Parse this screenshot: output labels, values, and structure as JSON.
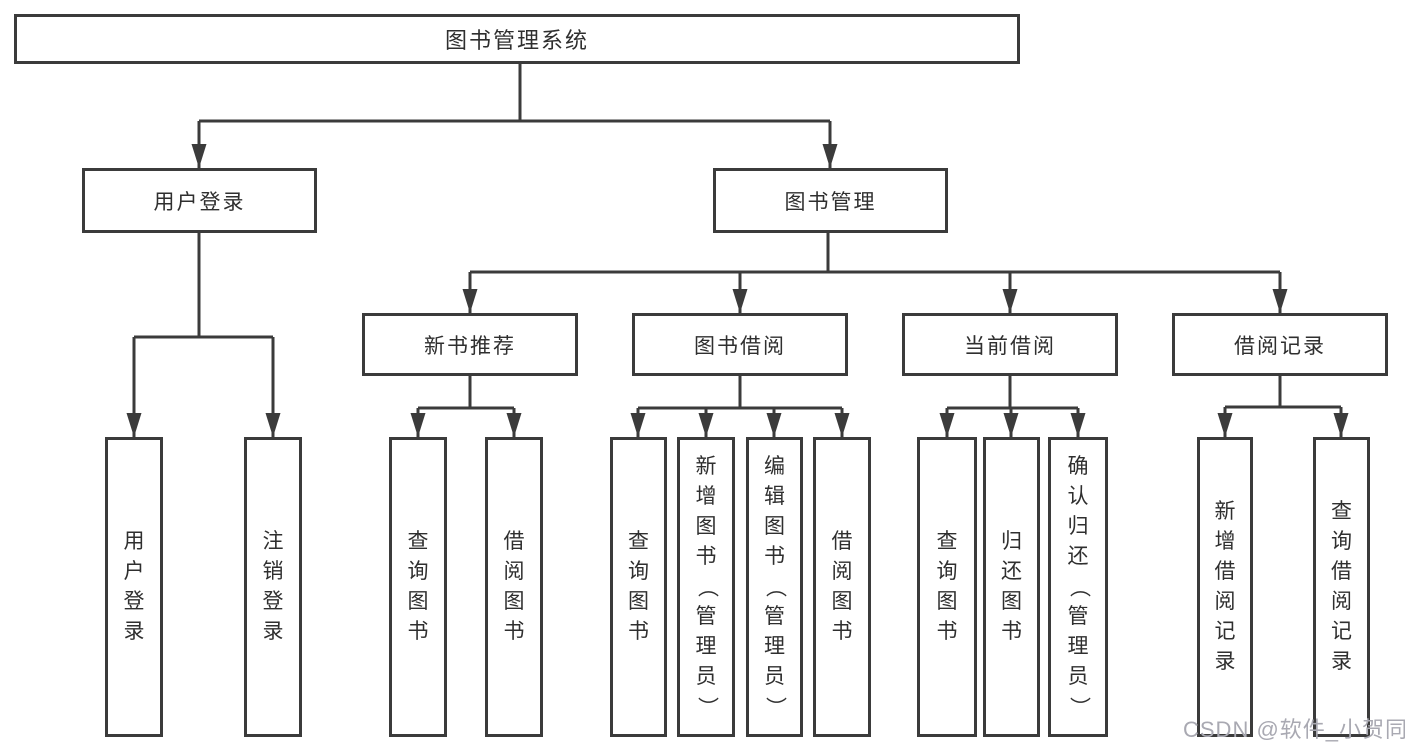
{
  "diagram": {
    "root": {
      "label": "图书管理系统"
    },
    "branches": [
      {
        "label": "用户登录",
        "children": [
          {
            "label": "用户登录"
          },
          {
            "label": "注销登录"
          }
        ]
      },
      {
        "label": "图书管理",
        "children": [
          {
            "label": "新书推荐",
            "children": [
              {
                "label": "查询图书"
              },
              {
                "label": "借阅图书"
              }
            ]
          },
          {
            "label": "图书借阅",
            "children": [
              {
                "label": "查询图书"
              },
              {
                "label": "新增图书（管理员）"
              },
              {
                "label": "编辑图书（管理员）"
              },
              {
                "label": "借阅图书"
              }
            ]
          },
          {
            "label": "当前借阅",
            "children": [
              {
                "label": "查询图书"
              },
              {
                "label": "归还图书"
              },
              {
                "label": "确认归还（管理员）"
              }
            ]
          },
          {
            "label": "借阅记录",
            "children": [
              {
                "label": "新增借阅记录"
              },
              {
                "label": "查询借阅记录"
              }
            ]
          }
        ]
      }
    ]
  },
  "watermark": {
    "text": "CSDN @软件_小贺同学"
  },
  "colors": {
    "line": "#3b3b3b",
    "text": "#2f2f2f",
    "watermark": "#a9a9b2",
    "background": "#ffffff"
  }
}
